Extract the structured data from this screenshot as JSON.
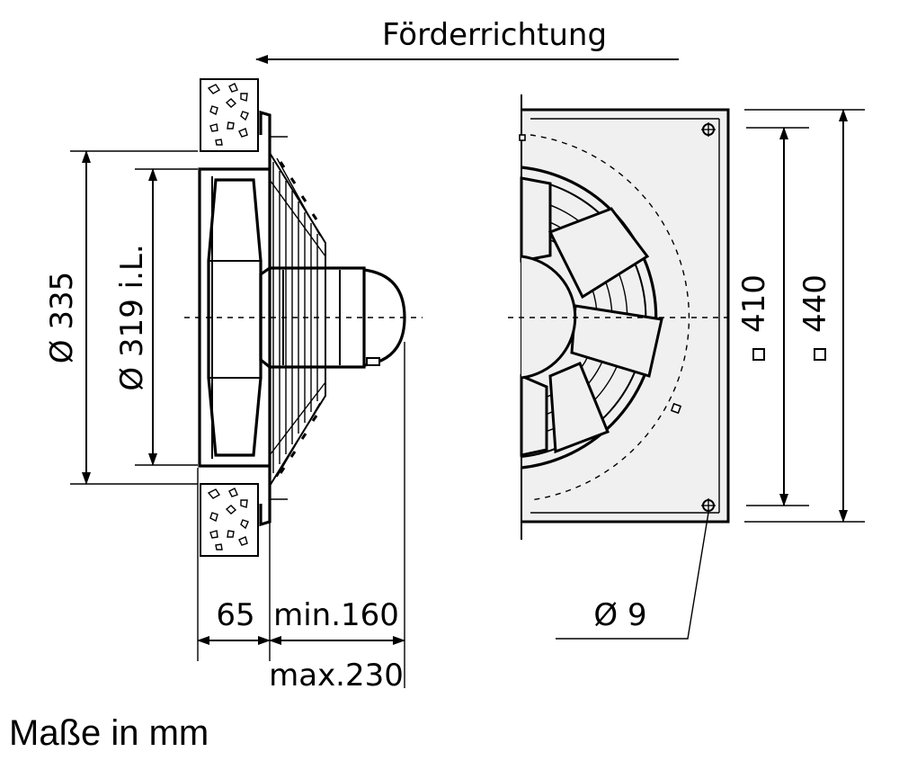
{
  "direction": {
    "label": "Förderrichtung"
  },
  "side_view": {
    "outer_diameter": "Ø 335",
    "inner_diameter": "Ø 319 i.L.",
    "depth_flange": "65",
    "depth_min": "min.160",
    "depth_max": "max.230"
  },
  "front_view": {
    "inner_square": "410",
    "outer_square": "440",
    "hole_diameter": "Ø 9"
  },
  "footer": {
    "units": "Maße in mm"
  },
  "colors": {
    "line": "#000000",
    "face": "#f0f0f0",
    "background": "#ffffff"
  }
}
